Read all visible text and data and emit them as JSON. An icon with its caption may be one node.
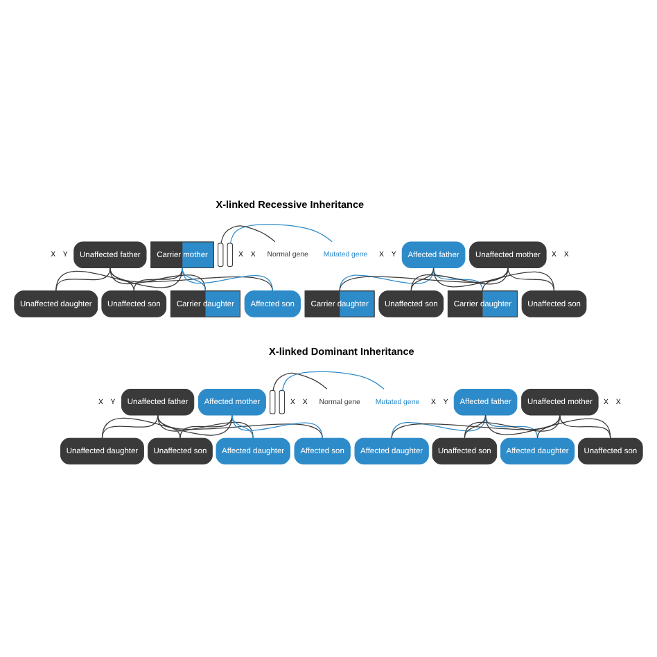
{
  "diagram": {
    "nodes": [
      {
        "text": [
          "Unaffected father"
        ]
      },
      {
        "text": [
          "Carrier mother"
        ]
      },
      {
        "text": [
          "Mutated gene"
        ]
      },
      {
        "text": [
          "Normal gene"
        ]
      },
      {
        "text": [],
        "shape": "bar"
      },
      {
        "text": [],
        "shape": "bar"
      },
      {
        "text": [
          "Unaffected daughter"
        ]
      },
      {
        "text": [
          "Unaffected son"
        ]
      },
      {
        "text": [
          "Carrier daughter"
        ]
      },
      {
        "text": [
          "Affected son"
        ]
      },
      {
        "text": [
          "Affected father"
        ]
      },
      {
        "text": [
          "Unaffected mother"
        ]
      },
      {
        "text": [
          "Carrier daughter"
        ]
      },
      {
        "text": [
          "Unaffected son"
        ]
      },
      {
        "text": [
          "Carrier daughter"
        ]
      },
      {
        "text": [
          "Unaffected son"
        ]
      },
      {
        "text": [
          "Unaffected father"
        ]
      },
      {
        "text": [
          "Affected mother"
        ]
      },
      {
        "text": [
          "Mutated gene"
        ]
      },
      {
        "text": [
          "Normal gene"
        ]
      },
      {
        "text": [],
        "shape": "bar"
      },
      {
        "text": [],
        "shape": "bar"
      },
      {
        "text": [
          "Unaffected daughter"
        ]
      },
      {
        "text": [
          "Unaffected son"
        ]
      },
      {
        "text": [
          "Affected daughter"
        ]
      },
      {
        "text": [
          "Affected son"
        ]
      },
      {
        "text": [
          "Affected father"
        ]
      },
      {
        "text": [
          "Unaffected mother"
        ]
      },
      {
        "text": [
          "Affected daughter"
        ]
      },
      {
        "text": [
          "Unaffected son"
        ]
      },
      {
        "text": [
          "Affected daughter"
        ]
      },
      {
        "text": [
          "Unaffected son"
        ]
      }
    ],
    "edges": [
      {
        "from": 0,
        "to": 6,
        "arrow": "none"
      },
      {
        "from": 0,
        "to": 7,
        "arrow": "none"
      },
      {
        "from": 0,
        "to": 8,
        "arrow": "none"
      },
      {
        "from": 0,
        "to": 9,
        "arrow": "none"
      },
      {
        "from": 1,
        "to": 6,
        "arrow": "none"
      },
      {
        "from": 1,
        "to": 7,
        "arrow": "none"
      },
      {
        "from": 1,
        "to": 8,
        "arrow": "none",
        "color": "#2e8bc9"
      },
      {
        "from": 1,
        "to": 9,
        "arrow": "none",
        "color": "#2e8bc9"
      },
      {
        "from": 2,
        "to": 5,
        "arrow": "none",
        "color": "#2e8bc9"
      },
      {
        "from": 3,
        "to": 4,
        "arrow": "none"
      },
      {
        "from": 10,
        "to": 12,
        "arrow": "none",
        "color": "#2e8bc9"
      },
      {
        "from": 10,
        "to": 13,
        "arrow": "none"
      },
      {
        "from": 10,
        "to": 14,
        "arrow": "none",
        "color": "#2e8bc9"
      },
      {
        "from": 10,
        "to": 15,
        "arrow": "none"
      },
      {
        "from": 11,
        "to": 12,
        "arrow": "none"
      },
      {
        "from": 11,
        "to": 13,
        "arrow": "none"
      },
      {
        "from": 11,
        "to": 14,
        "arrow": "none"
      },
      {
        "from": 11,
        "to": 15,
        "arrow": "none"
      },
      {
        "from": 16,
        "to": 22,
        "arrow": "none"
      },
      {
        "from": 16,
        "to": 23,
        "arrow": "none"
      },
      {
        "from": 16,
        "to": 24,
        "arrow": "none"
      },
      {
        "from": 16,
        "to": 25,
        "arrow": "none"
      },
      {
        "from": 17,
        "to": 22,
        "arrow": "none"
      },
      {
        "from": 17,
        "to": 23,
        "arrow": "none"
      },
      {
        "from": 17,
        "to": 24,
        "arrow": "none",
        "color": "#2e8bc9"
      },
      {
        "from": 17,
        "to": 25,
        "arrow": "none",
        "color": "#2e8bc9"
      },
      {
        "from": 18,
        "to": 21,
        "arrow": "none",
        "color": "#2e8bc9"
      },
      {
        "from": 19,
        "to": 20,
        "arrow": "none"
      },
      {
        "from": 26,
        "to": 28,
        "arrow": "none",
        "color": "#2e8bc9"
      },
      {
        "from": 26,
        "to": 29,
        "arrow": "none"
      },
      {
        "from": 26,
        "to": 30,
        "arrow": "none",
        "color": "#2e8bc9"
      },
      {
        "from": 26,
        "to": 31,
        "arrow": "none"
      },
      {
        "from": 27,
        "to": 28,
        "arrow": "none"
      },
      {
        "from": 27,
        "to": 29,
        "arrow": "none"
      },
      {
        "from": 27,
        "to": 30,
        "arrow": "none"
      },
      {
        "from": 27,
        "to": 31,
        "arrow": "none"
      }
    ],
    "labels": [
      "X-linked Recessive Inheritance",
      "X",
      "Y",
      "X",
      "X",
      "X",
      "Y",
      "X",
      "X",
      "X-linked Dominant Inheritance",
      "X",
      "Y",
      "X",
      "X",
      "X",
      "Y",
      "X",
      "X"
    ]
  }
}
